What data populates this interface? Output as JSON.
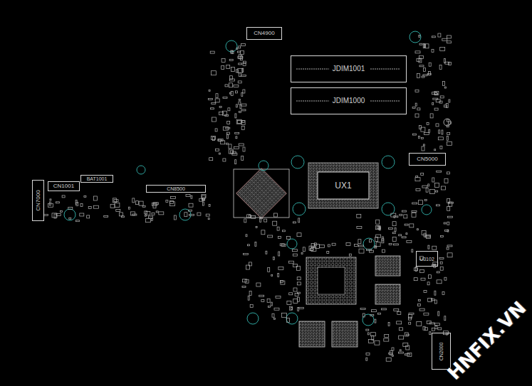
{
  "diagram": {
    "nodes": [
      {
        "text": [
          "CN4900"
        ]
      },
      {
        "text": [
          "JDIM1001"
        ]
      },
      {
        "text": [
          "JDIM1000"
        ]
      },
      {
        "text": [
          "CN5000"
        ]
      },
      {
        "text": [
          "UX1"
        ]
      },
      {
        "text": [
          "BAT1001"
        ]
      },
      {
        "text": [
          "CN1001"
        ]
      },
      {
        "text": [
          "CN8500"
        ]
      },
      {
        "text": [
          "CN7000"
        ]
      },
      {
        "text": [
          "U3102"
        ]
      },
      {
        "text": [
          "CN2000"
        ]
      }
    ],
    "labels": [
      "HNFIX.VN"
    ]
  }
}
